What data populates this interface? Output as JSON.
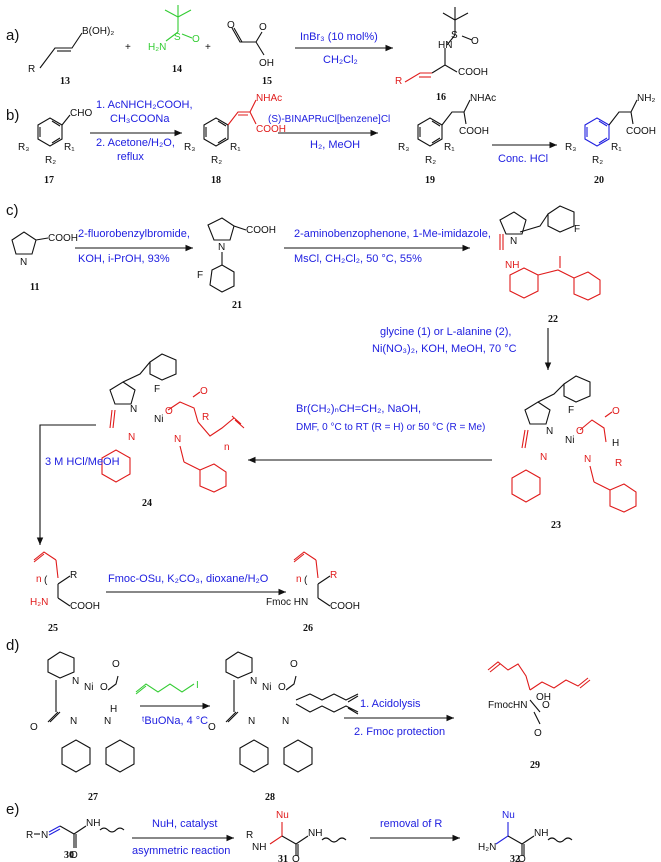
{
  "sections": {
    "a": "a)",
    "b": "b)",
    "c": "c)",
    "d": "d)",
    "e": "e)"
  },
  "compounds": {
    "c13": "13",
    "c14": "14",
    "c15": "15",
    "c16": "16",
    "c17": "17",
    "c18": "18",
    "c19": "19",
    "c20": "20",
    "c11": "11",
    "c21": "21",
    "c22": "22",
    "c23": "23",
    "c24": "24",
    "c25": "25",
    "c26": "26",
    "c27": "27",
    "c28": "28",
    "c29": "29",
    "c30": "30",
    "c31": "31",
    "c32": "32"
  },
  "reagents": {
    "a_top": "InBr₃ (10 mol%)",
    "a_bottom": "CH₂Cl₂",
    "b1_line1": "1. AcNHCH₂COOH,",
    "b1_line2": "CH₃COONa",
    "b1_line3": "2. Acetone/H₂O,",
    "b1_line4": "reflux",
    "b2_top": "(S)-BINAPRuCl[benzene]Cl",
    "b2_bottom": "H₂, MeOH",
    "b3": "Conc. HCl",
    "c1_line1": "2-fluorobenzylbromide,",
    "c1_line2": "KOH, i-PrOH, 93%",
    "c2_line1": "2-aminobenzophenone, 1-Me-imidazole,",
    "c2_line2": "MsCl, CH₂Cl₂, 50 °C, 55%",
    "c3_line1": "glycine (1) or L-alanine (2),",
    "c3_line2": "Ni(NO₃)₂, KOH, MeOH, 70 °C",
    "c4_line1": "Br(CH₂)ₙCH=CH₂, NaOH,",
    "c4_line2": "DMF, 0 °C to RT (R = H) or 50 °C (R = Me)",
    "c5": "3 M HCl/MeOH",
    "c6": "Fmoc-OSu, K₂CO₃, dioxane/H₂O",
    "d1": "ᵗBuONa, 4 °C",
    "d2_line1": "1. Acidolysis",
    "d2_line2": "2. Fmoc protection",
    "e1_top": "NuH, catalyst",
    "e1_bottom": "asymmetric reaction",
    "e2": "removal of R"
  },
  "atoms": {
    "boh2": "B(OH)₂",
    "R": "R",
    "NH2": "NH₂",
    "H2N": "H₂N",
    "S": "S",
    "O": "O",
    "OH": "OH",
    "HN": "HN",
    "COOH": "COOH",
    "CHO": "CHO",
    "NHAc": "NHAc",
    "R1": "R₁",
    "R2": "R₂",
    "R3": "R₃",
    "N": "N",
    "H": "H",
    "F": "F",
    "Ni": "Ni",
    "NH": "NH",
    "n": "n",
    "FmocHN": "Fmoc HN",
    "FmocHN2": "FmocHN",
    "Nu": "Nu",
    "I": "I"
  },
  "colors": {
    "reagent_text": "#2020e0",
    "product_highlight": "#e01b1b",
    "sulfinamide": "#33cc33",
    "structure": "#111111"
  }
}
